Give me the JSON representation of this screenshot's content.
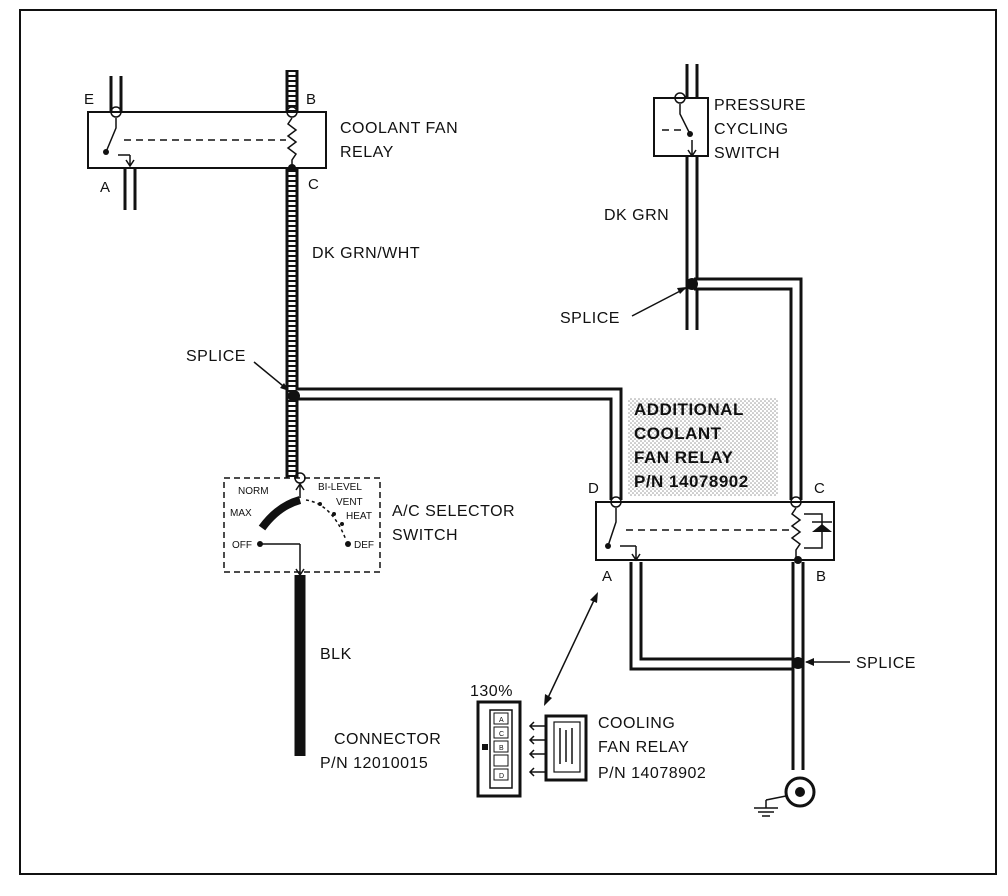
{
  "coolant_fan_relay": {
    "label_line1": "COOLANT FAN",
    "label_line2": "RELAY",
    "pins": {
      "e": "E",
      "b": "B",
      "a": "A",
      "c": "C"
    }
  },
  "pressure_cycling_switch": {
    "label_line1": "PRESSURE",
    "label_line2": "CYCLING",
    "label_line3": "SWITCH"
  },
  "wires": {
    "dk_grn_wht": "DK GRN/WHT",
    "dk_grn": "DK GRN",
    "blk": "BLK"
  },
  "splices": {
    "left": "SPLICE",
    "right_top": "SPLICE",
    "right_bottom": "SPLICE"
  },
  "additional_relay": {
    "label_line1": "ADDITIONAL",
    "label_line2": "COOLANT",
    "label_line3": "FAN RELAY",
    "label_line4": "P/N 14078902",
    "pins": {
      "d": "D",
      "c": "C",
      "a": "A",
      "b": "B"
    }
  },
  "ac_selector": {
    "label_line1": "A/C SELECTOR",
    "label_line2": "SWITCH",
    "positions": {
      "norm": "NORM",
      "bilevel": "BI-LEVEL",
      "vent": "VENT",
      "heat": "HEAT",
      "max": "MAX",
      "off": "OFF",
      "def": "DEF"
    }
  },
  "connector": {
    "scale": "130%",
    "label_line1": "CONNECTOR",
    "label_line2": "P/N 12010015",
    "cavities": [
      "A",
      "C",
      "B",
      "",
      "D"
    ]
  },
  "cooling_fan_relay": {
    "label_line1": "COOLING",
    "label_line2": "FAN RELAY",
    "label_line3": "P/N 14078902"
  }
}
